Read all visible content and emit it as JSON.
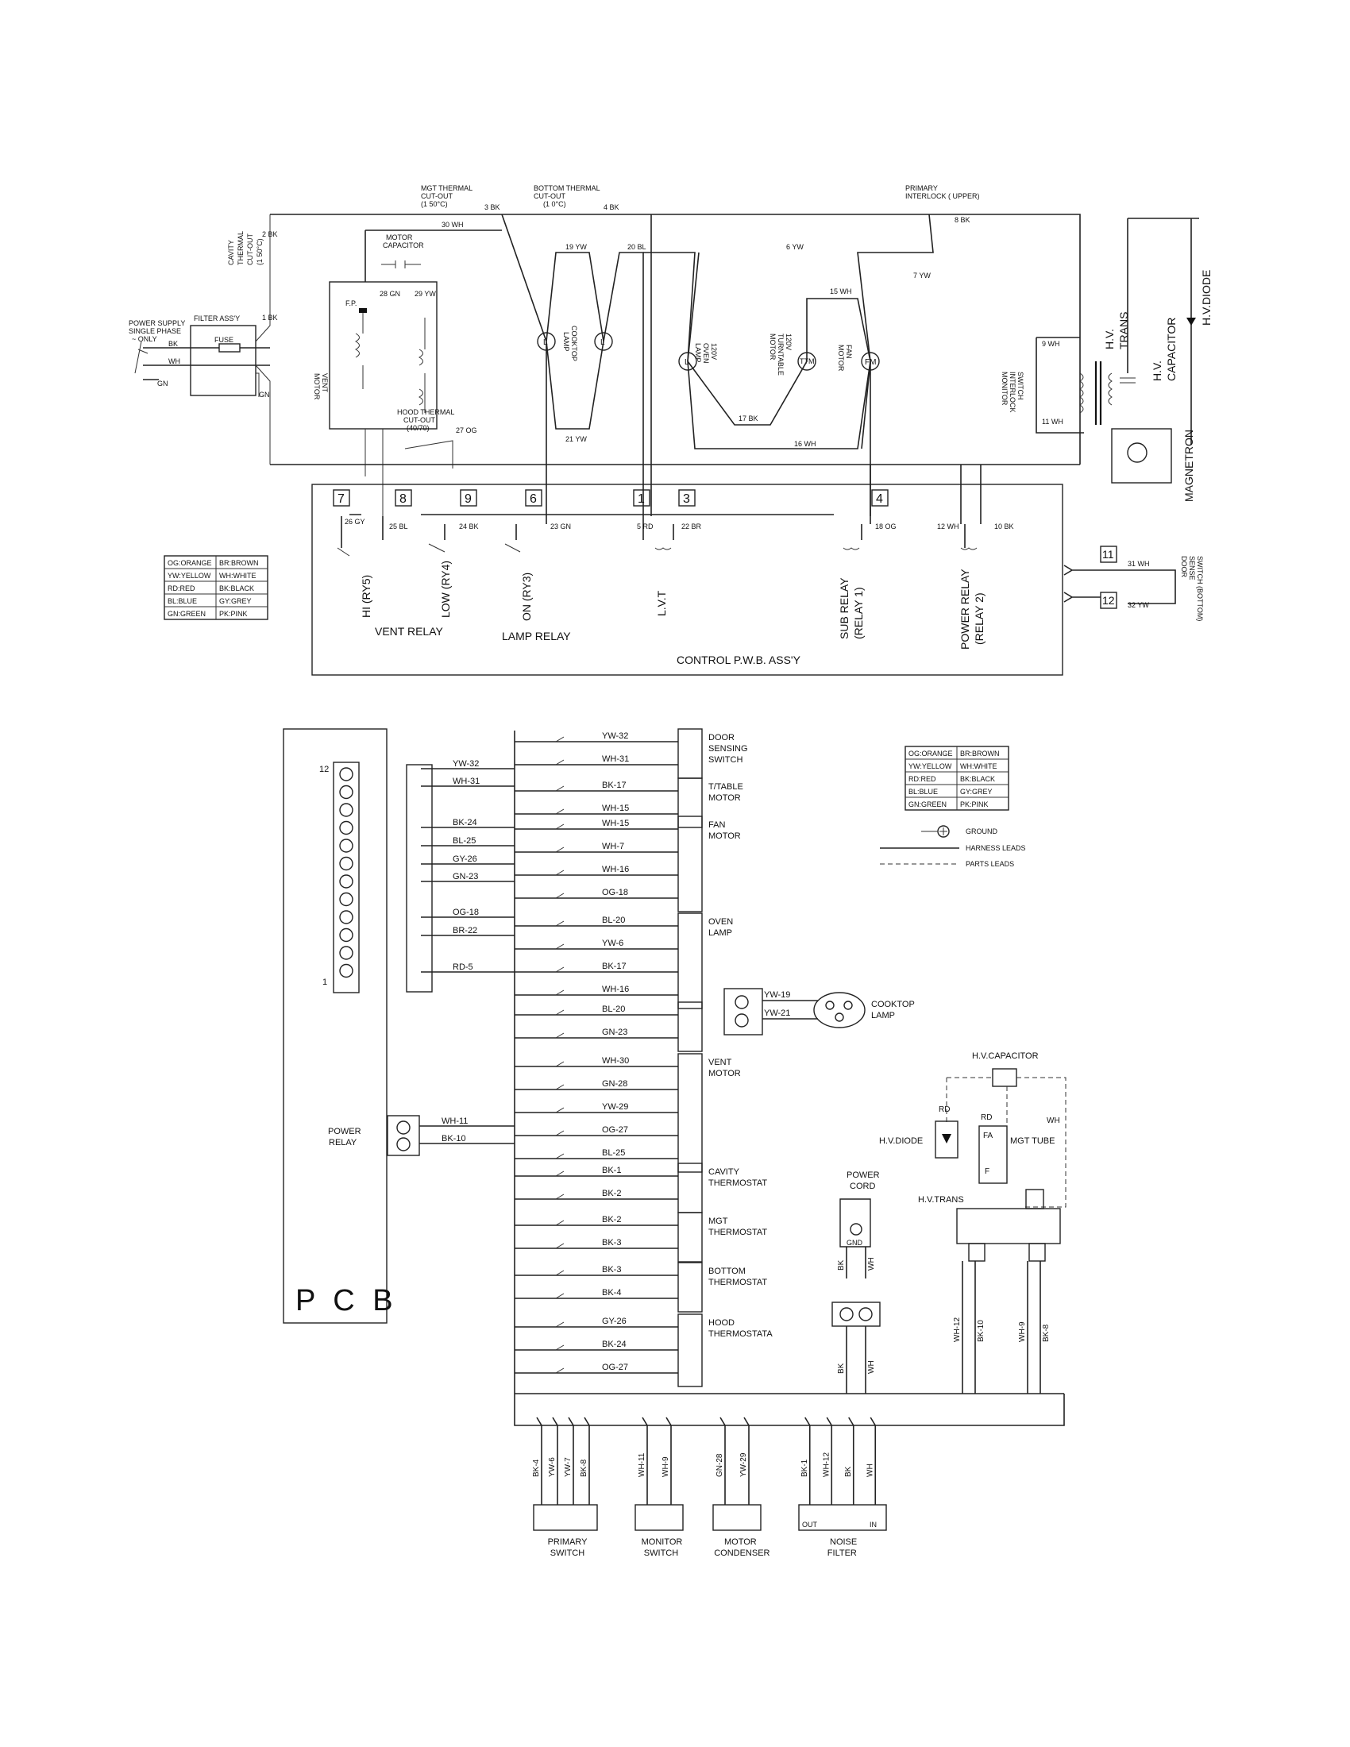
{
  "schematic": {
    "supply": {
      "l1": "POWER SUPPLY",
      "l2": "SINGLE PHASE",
      "l3": "~ ONLY"
    },
    "filter": "FILTER ASS'Y",
    "fuse": "FUSE",
    "bk": "BK",
    "wh": "WH",
    "gn": "GN",
    "gn2": "GN",
    "w1bk": "1 BK",
    "w2bk": "2 BK",
    "w3bk": "3 BK",
    "w4bk": "4 BK",
    "cavity": {
      "l1": "CAVITY",
      "l2": "THERMAL",
      "l3": "CUT-OUT",
      "l4": "(1 50°C)"
    },
    "mgt": {
      "l1": "MGT THERMAL",
      "l2": "CUT-OUT",
      "l3": "(1 50°C)"
    },
    "bottom": {
      "l1": "BOTTOM THERMAL",
      "l2": "CUT-OUT",
      "l3": "(1 0°C)"
    },
    "primary": {
      "l1": "PRIMARY",
      "l2": "INTERLOCK ( UPPER)"
    },
    "w30wh": "30 WH",
    "w8bk": "8 BK",
    "motorcap": {
      "l1": "MOTOR",
      "l2": "CAPACITOR"
    },
    "w28gn": "28 GN",
    "w29yw": "29 YW",
    "fp": "F.P.",
    "ventmotor": {
      "l1": "VENT",
      "l2": "MOTOR"
    },
    "hood": {
      "l1": "HOOD THERMAL",
      "l2": "CUT-OUT",
      "l3": "(40/70)"
    },
    "w27og": "27 OG",
    "w19yw": "19 YW",
    "w20bl": "20 BL",
    "w21yw": "21 YW",
    "cooktop": {
      "l1": "COOKTOP",
      "l2": "LAMP"
    },
    "w6yw": "6 YW",
    "w7yw": "7 YW",
    "w15wh": "15 WH",
    "w17bk": "17 BK",
    "w16wh": "16 WH",
    "ovenlamp": {
      "l1": "120V",
      "l2": "OVEN",
      "l3": "LAMP"
    },
    "turntable": {
      "l1": "120V",
      "l2": "TURNTABLE",
      "l3": "MOTOR"
    },
    "fanmotor": {
      "l1": "FAN",
      "l2": "MOTOR"
    },
    "lamp_l": "L",
    "ttm": "TTM",
    "fm": "FM",
    "hvtrans": {
      "l1": "H.V.",
      "l2": "TRANS"
    },
    "hvcap": {
      "l1": "H.V.",
      "l2": "CAPACITOR"
    },
    "hvdiode": "H.V.DIODE",
    "magnetron": "MAGNETRON",
    "monitor": {
      "l1": "MONITOR",
      "l2": "INTERLOCK",
      "l3": "SWITCH"
    },
    "w9wh": "9 WH",
    "w11wh": "11 WH",
    "pins": {
      "p7": "7",
      "p8": "8",
      "p9": "9",
      "p6": "6",
      "p1": "1",
      "p3": "3",
      "p4": "4",
      "p11": "11",
      "p12": "12"
    },
    "w26gy": "26 GY",
    "w25bl": "25 BL",
    "w24bk": "24 BK",
    "w23gn": "23 GN",
    "w5rd": "5 RD",
    "w22br": "22 BR",
    "w18og": "18 OG",
    "w12wh": "12 WH",
    "w10bk": "10 BK",
    "w31wh": "31 WH",
    "w32yw": "32 YW",
    "doorsense": {
      "l1": "DOOR",
      "l2": "SENSE",
      "l3": "SWITCH (BOTTOM)"
    },
    "relays": {
      "hi": "HI (RY5)",
      "low": "LOW (RY4)",
      "on": "ON (RY3)",
      "lvt": "L.V.T",
      "sub": {
        "l1": "SUB RELAY",
        "l2": "(RELAY 1)"
      },
      "power": {
        "l1": "POWER RELAY",
        "l2": "(RELAY 2)"
      }
    },
    "ventrelay": "VENT RELAY",
    "lamprelay": "LAMP RELAY",
    "pwb": "CONTROL P.W.B. ASS'Y"
  },
  "legend": [
    [
      "OG:ORANGE",
      "BR:BROWN"
    ],
    [
      "YW:YELLOW",
      "WH:WHITE"
    ],
    [
      "RD:RED",
      "BK:BLACK"
    ],
    [
      "BL:BLUE",
      "GY:GREY"
    ],
    [
      "GN:GREEN",
      "PK:PINK"
    ]
  ],
  "key": {
    "ground": "GROUND",
    "harness": "HARNESS LEADS",
    "parts": "PARTS LEADS"
  },
  "harness": {
    "pcb": "P C B",
    "pin12": "12",
    "pin1": "1",
    "powerrelay": {
      "l1": "POWER",
      "l2": "RELAY"
    },
    "connector_wires": [
      "YW-32",
      "WH-31",
      "BK-24",
      "BL-25",
      "GY-26",
      "GN-23",
      "OG-18",
      "BR-22",
      "RD-5"
    ],
    "relay_wires": [
      "WH-11",
      "BK-10"
    ],
    "groups": [
      {
        "wires": [
          "YW-32",
          "WH-31"
        ],
        "label": [
          "DOOR",
          "SENSING",
          "SWITCH"
        ]
      },
      {
        "wires": [
          "BK-17",
          "WH-15"
        ],
        "label": [
          "T/TABLE",
          "MOTOR"
        ]
      },
      {
        "wires": [
          "WH-15",
          "WH-7",
          "WH-16",
          "OG-18"
        ],
        "label": [
          "FAN",
          "MOTOR"
        ]
      },
      {
        "wires": [
          "BL-20",
          "YW-6",
          "BK-17",
          "WH-16"
        ],
        "label": [
          "OVEN",
          "LAMP"
        ]
      },
      {
        "wires": [
          "BL-20",
          "GN-23"
        ],
        "label": []
      },
      {
        "wires": [
          "WH-30",
          "GN-28",
          "YW-29",
          "OG-27",
          "BL-25"
        ],
        "label": [
          "VENT",
          "MOTOR"
        ]
      },
      {
        "wires": [
          "BK-1",
          "BK-2"
        ],
        "label": [
          "CAVITY",
          "THERMOSTAT"
        ]
      },
      {
        "wires": [
          "BK-2",
          "BK-3"
        ],
        "label": [
          "MGT",
          "THERMOSTAT"
        ]
      },
      {
        "wires": [
          "BK-3",
          "BK-4"
        ],
        "label": [
          "BOTTOM",
          "THERMOSTAT"
        ]
      },
      {
        "wires": [
          "GY-26",
          "BK-24",
          "OG-27"
        ],
        "label": [
          "HOOD",
          "THERMOSTATA"
        ]
      }
    ],
    "cooktop_wires": [
      "YW-19",
      "YW-21"
    ],
    "cooktop_label": [
      "COOKTOP",
      "LAMP"
    ],
    "hvcapacitor": "H.V.CAPACITOR",
    "rd": "RD",
    "rd2": "RD",
    "wh": "WH",
    "hvdiode": "H.V.DIODE",
    "mgttube": "MGT TUBE",
    "fa": "FA",
    "f": "F",
    "powercord": [
      "POWER",
      "CORD"
    ],
    "gnd": "GND",
    "hvtrans": "H.V.TRANS",
    "cord_wires": [
      "BK",
      "WH"
    ],
    "cord_wires2": [
      "BK",
      "WH"
    ],
    "trans_wires": [
      "WH-12",
      "BK-10",
      "WH-9",
      "BK-8"
    ],
    "bottom_groups": [
      {
        "wires": [
          "BK-4",
          "YW-6",
          "YW-7",
          "BK-8"
        ],
        "label": [
          "PRIMARY",
          "SWITCH"
        ]
      },
      {
        "wires": [
          "WH-11",
          "WH-9"
        ],
        "label": [
          "MONITOR",
          "SWITCH"
        ]
      },
      {
        "wires": [
          "GN-28",
          "YW-29"
        ],
        "label": [
          "MOTOR",
          "CONDENSER"
        ]
      },
      {
        "wires": [
          "BK-1",
          "WH-12",
          "BK",
          "WH"
        ],
        "label": [
          "NOISE",
          "FILTER"
        ]
      }
    ],
    "out": "OUT",
    "in": "IN"
  }
}
